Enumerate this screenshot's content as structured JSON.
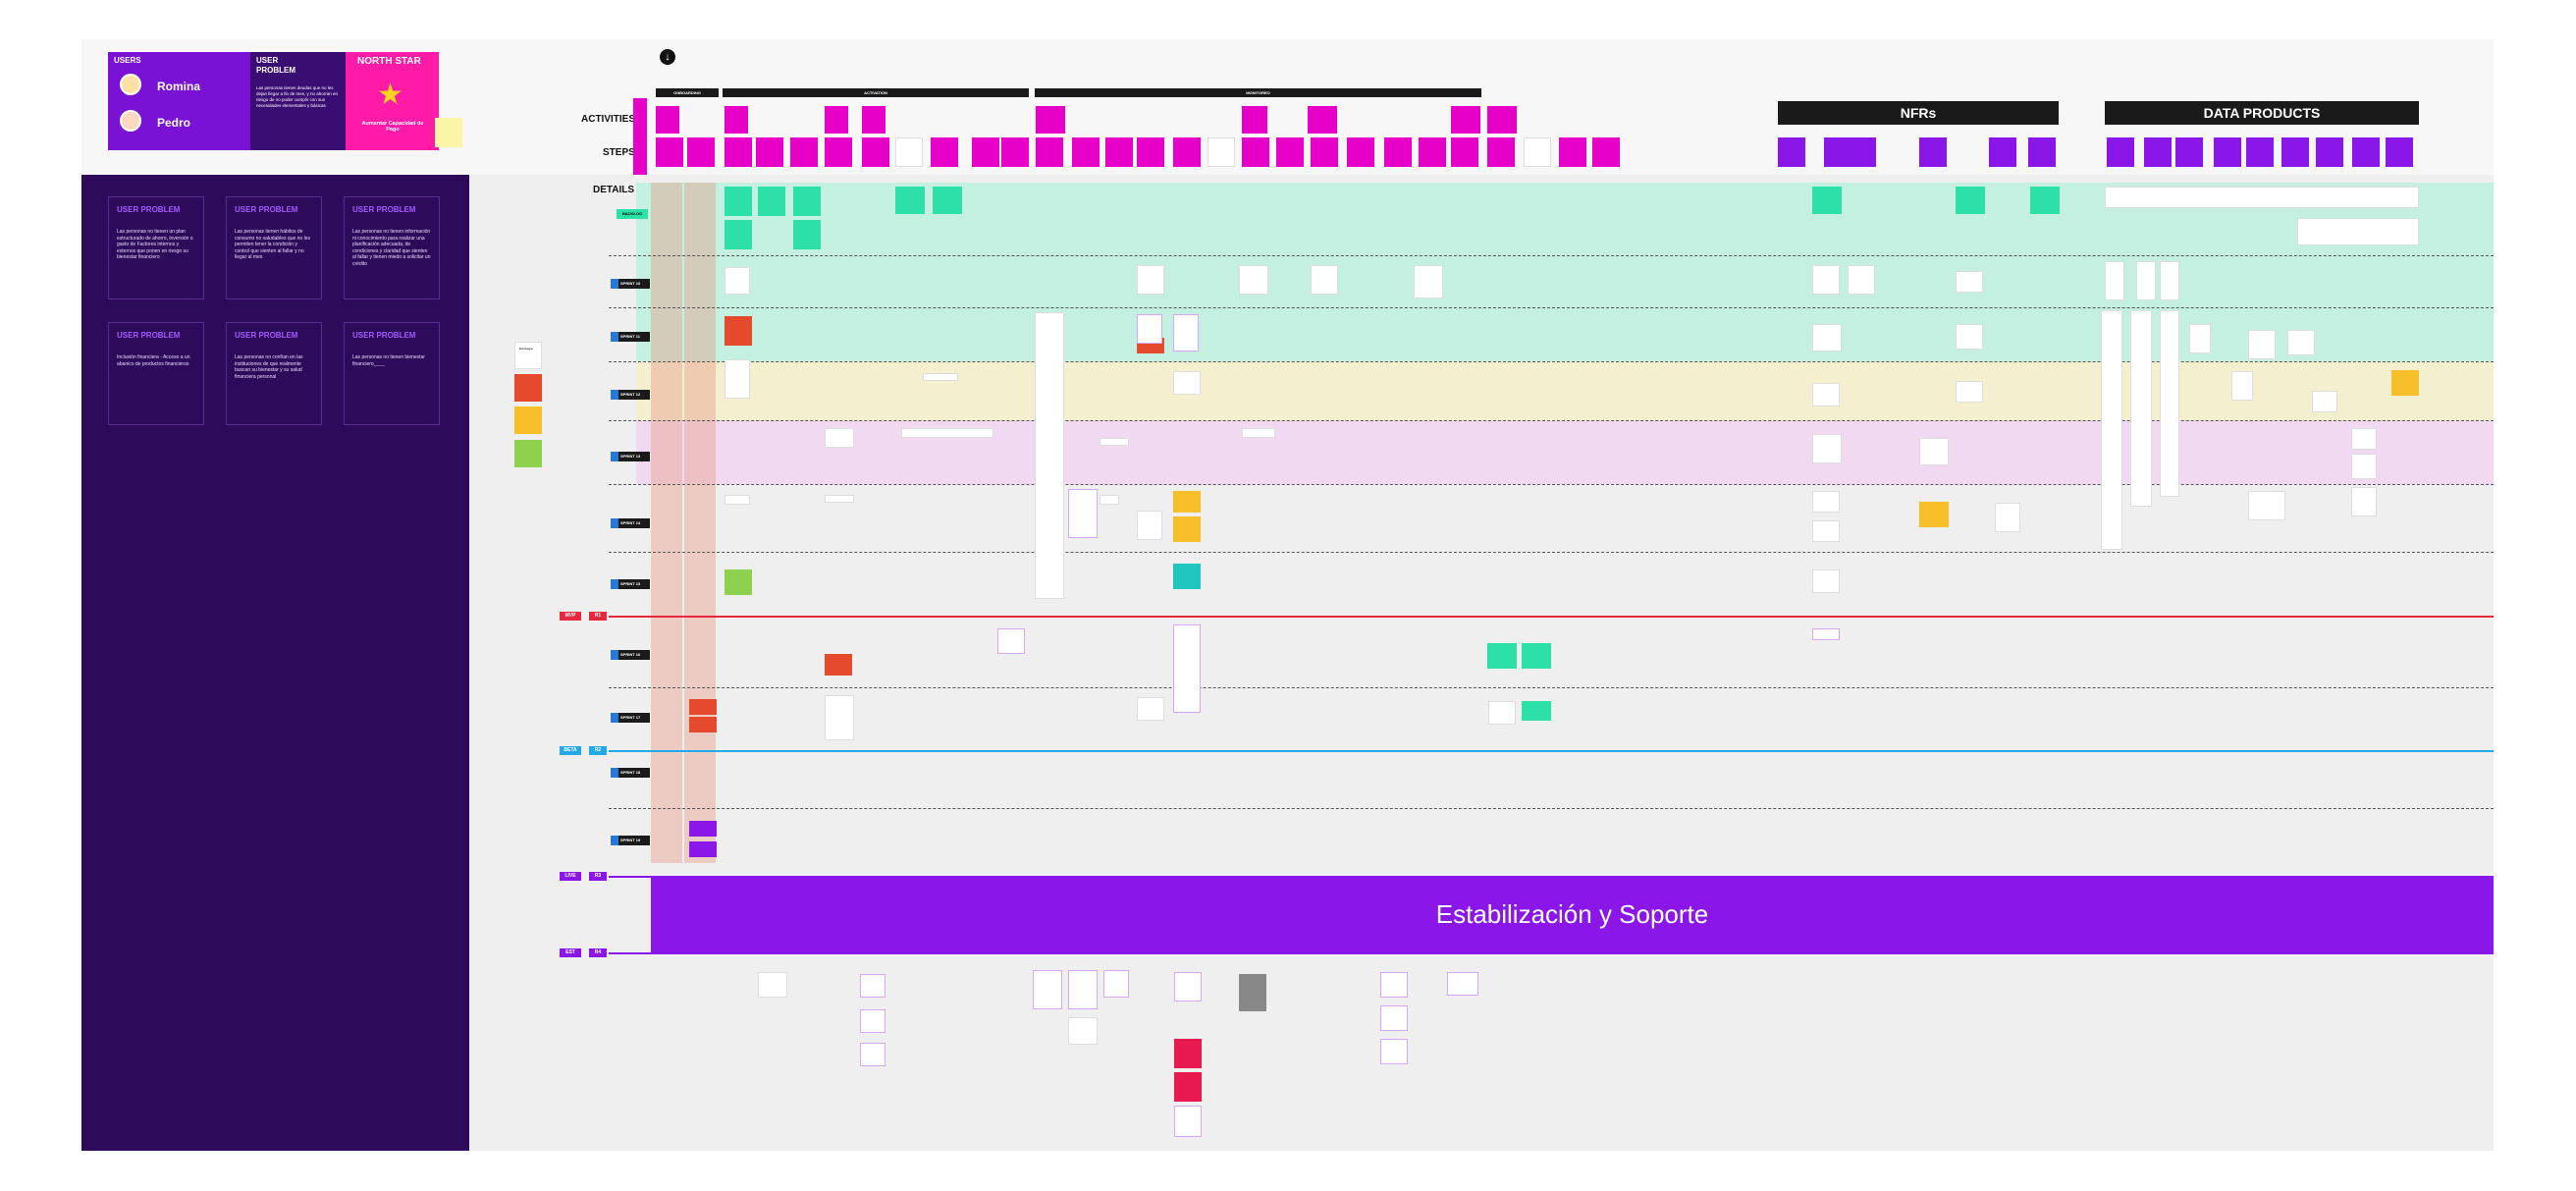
{
  "header": {
    "users_label": "USERS",
    "user_problem_label": "USER PROBLEM",
    "north_star_label": "NORTH STAR",
    "persona_1": "Romina",
    "persona_2": "Pedro",
    "problem_text": "Las personas tienen deudas que no les dejan llegar a fin de mes, y no ahorran en riesgo de no poder cumplir con sus necesidades elementales y básicas",
    "north_star_metric": "Aumentar Capacidad de Pago"
  },
  "rows": {
    "activities": "ACTIVITIES",
    "steps": "STEPS",
    "details": "DETAILS"
  },
  "section_headers": {
    "nfrs": "NFRs",
    "data_products": "DATA PRODUCTS",
    "stabilization": "Estabilización y Soporte"
  },
  "activity_groups": [
    "ONBOARDING",
    "ACTIVATION",
    "MONITOREO"
  ],
  "sidebar_cards": [
    {
      "title": "USER PROBLEM",
      "text": "Las personas no tienen un plan estructurado de ahorro, inversión o gasto de Factores internos y externos que ponen en riesgo su bienestar financiero"
    },
    {
      "title": "USER PROBLEM",
      "text": "Las personas tienen hábitos de consumo no saludables que no les permiten tener la condición y control que sienten al fallar y no llegar al mes"
    },
    {
      "title": "USER PROBLEM",
      "text": "Las personas no tienen información ni conocimiento para realizar una planificación adecuada, de condiciones y claridad que sienten al fallar y tienen miedo a solicitar un crédito"
    },
    {
      "title": "USER PROBLEM",
      "text": "Inclusión financiera - Acceso a un abanico de productos financieros"
    },
    {
      "title": "USER PROBLEM",
      "text": "Las personas no confían en las instituciones de que realmente buscan su bienestar y su salud financiera personal"
    },
    {
      "title": "USER PROBLEM",
      "text": "Las personas no tienen bienestar financiero____"
    }
  ],
  "legend": {
    "label": "Estrategia"
  },
  "sprints": [
    {
      "label": "BACKLOG"
    },
    {
      "label": "SPRINT 10"
    },
    {
      "label": "SPRINT 11"
    },
    {
      "label": "SPRINT 12"
    },
    {
      "label": "SPRINT 13"
    },
    {
      "label": "SPRINT 14"
    },
    {
      "label": "SPRINT 15"
    },
    {
      "label": "SPRINT 16"
    },
    {
      "label": "SPRINT 17"
    },
    {
      "label": "SPRINT 18"
    },
    {
      "label": "SPRINT 19"
    }
  ],
  "milestones": [
    {
      "label": "MVP",
      "tag": "R1",
      "color": "#e8283c"
    },
    {
      "label": "BETA",
      "tag": "R2",
      "color": "#22a9e6"
    },
    {
      "label": "LIVE",
      "tag": "R3",
      "color": "#8a17e8"
    },
    {
      "label": "EST",
      "tag": "R4",
      "color": "#8a17e8"
    }
  ],
  "colors": {
    "board": "#efefef",
    "sidebar": "#2e0b5a",
    "magenta": "#e600c8",
    "purple": "#8a17e8",
    "mint_band": "#c3f0e1",
    "yellow_band": "#f3efcf",
    "pink_band": "#f1daf1"
  }
}
